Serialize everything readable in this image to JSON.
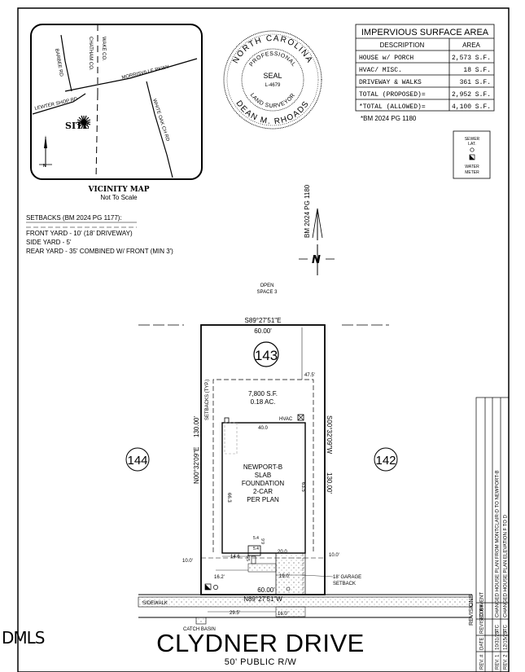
{
  "vicinity_map": {
    "roads": [
      "WAKE CO.",
      "CHATHAM CO.",
      "BARBEE RD",
      "MORRISVILLE PKWY",
      "LEWTER SHOP RD",
      "WHITE OAK CH RD"
    ],
    "site_label": "SITE",
    "north_label": "N",
    "title": "VICINITY MAP",
    "subtitle": "Not To Scale"
  },
  "seal": {
    "ring_top": "NORTH CAROLINA",
    "ring_bottom": "DEAN M. RHOADS",
    "inner_top": "PROFESSIONAL",
    "inner_bottom": "LAND SURVEYOR",
    "center": "SEAL",
    "number": "L-4679"
  },
  "impervious_table": {
    "title": "IMPERVIOUS SURFACE AREA",
    "headers": [
      "DESCRIPTION",
      "AREA"
    ],
    "rows": [
      [
        "HOUSE w/ PORCH",
        "2,573 S.F."
      ],
      [
        "HVAC/ MISC.",
        "18 S.F."
      ],
      [
        "DRIVEWAY & WALKS",
        "361 S.F."
      ],
      [
        "TOTAL (PROPOSED)=",
        "2,952 S.F."
      ],
      [
        "*TOTAL (ALLOWED)=",
        "4,100 S.F."
      ]
    ],
    "footnote": "*BM 2024 PG 1180"
  },
  "utility_legend": {
    "sewer": [
      "SEWER",
      "LAT."
    ],
    "water": [
      "WATER",
      "METER"
    ]
  },
  "setbacks": {
    "title": "SETBACKS (BM 2024 PG 1177):",
    "lines": [
      "FRONT YARD - 10' (18' DRIVEWAY)",
      "SIDE YARD - 5'",
      "REAR YARD - 35' COMBINED W/ FRONT (MIN 3')"
    ]
  },
  "bm_reference": "BM 2024 PG 1180",
  "north_arrow": "N",
  "open_space": [
    "OPEN",
    "SPACE 3"
  ],
  "lot": {
    "number": "143",
    "area_sf": "7,800 S.F.",
    "area_ac": "0.18 AC.",
    "rear_bearing": "S89°27'51\"E",
    "rear_distance": "60.00'",
    "front_bearing": "N89°27'51\"W",
    "front_distance": "60.00'",
    "left_bearing": "N00°32'09\"E",
    "left_distance": "130.00'",
    "right_bearing": "S00°32'09\"W",
    "right_distance": "130.00'",
    "setbacks_typ": "SETBACKS (TYP.)",
    "rear_dim": "47.5'"
  },
  "adjacent_lots": [
    "144",
    "142"
  ],
  "house": {
    "plan": "NEWPORT-B",
    "foundation": [
      "SLAB",
      "FOUNDATION"
    ],
    "garage": "2-CAR",
    "per_plan": "PER PLAN",
    "width": "40.0",
    "depth_left": "66.3",
    "depth_right": "63.5",
    "hvac": "HVAC"
  },
  "dims": {
    "left_front_setback": "10.0'",
    "right_front_setback": "10.0'",
    "left_offset": "14.6",
    "porch_w": "5.4",
    "porch_w2": "5.4",
    "porch_d": "6.6",
    "porch_d2": "6.5",
    "garage_w": "20.0",
    "walk_dim": "16.2'",
    "drive_w": "19.0'",
    "garage_setback": [
      "18' GARAGE",
      "SETBACK"
    ],
    "curb_dim": "29.5'",
    "curb_dim2": "16.0'"
  },
  "sidewalk_label": "SIDEWALK",
  "catch_basin": "CATCH BASIN",
  "street": {
    "name": "CLYDNER DRIVE",
    "row": "50' PUBLIC R/W"
  },
  "logo": "DMLS",
  "revisions": {
    "title": "REVISIONS",
    "headers": [
      "REV. #",
      "DATE",
      "REVISED BY",
      "COMMENT"
    ],
    "rows": [
      [
        "REV. 1",
        "10/31/25",
        "JTC",
        "CHANGED HOUSE PLAN FROM MONTCLAIR-D TO NEWPORT-B"
      ],
      [
        "REV. 2",
        "12/15/25",
        "JTC",
        "CHANGED HOUSE PLAN ELEVATION F TO D"
      ]
    ]
  }
}
